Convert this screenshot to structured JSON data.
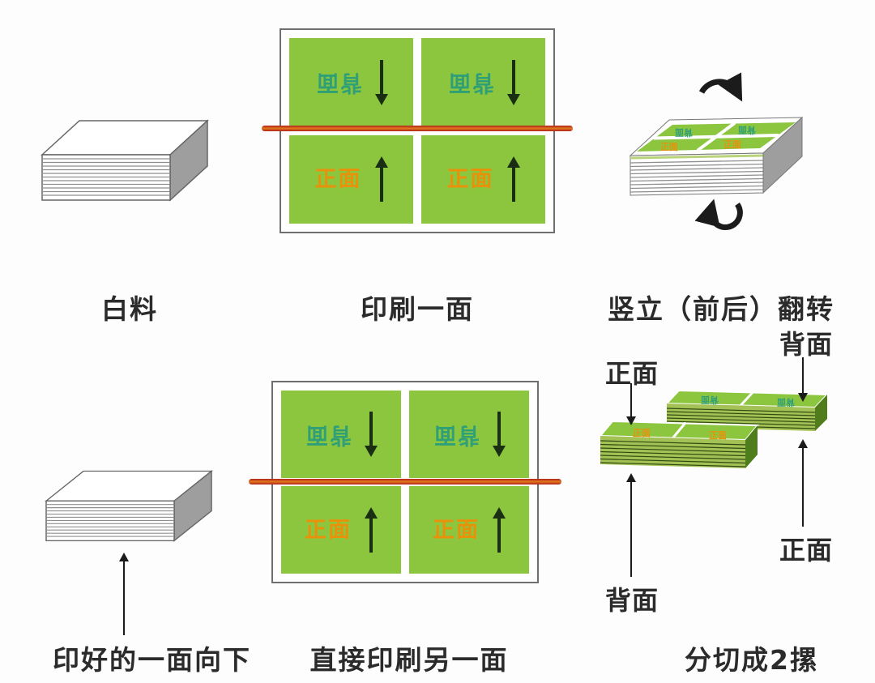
{
  "palette": {
    "bg": "#fdfdfd",
    "green": "#8cc63f",
    "green_side": "#4f7d1b",
    "stack_edge_green": "#a3c155",
    "stack_edge_line": "#2f4b10",
    "teal": "#2f9f78",
    "orange": "#e8920b",
    "red_start": "#b02018",
    "red_mid": "#e07a1e",
    "ink": "#2b2b2b",
    "arrow_dark": "#1a2e14",
    "arrow_black": "#1b1b1b",
    "gray_side": "#9e9e9e",
    "line_gray": "#8f8f8f",
    "border_gray": "#6f6f6f"
  },
  "captions": {
    "step1": "白料",
    "step2": "印刷一面",
    "step3": "竖立（前后）翻转",
    "step4": "印好的一面向下",
    "step5": "直接印刷另一面",
    "step6": "分切成2摞"
  },
  "sheet_labels": {
    "back": "背面",
    "front": "正面"
  },
  "split_labels": {
    "back_stack_top": "背面",
    "front_stack_top": "正面",
    "front_stack_bottom": "背面",
    "back_stack_bottom": "正面"
  }
}
